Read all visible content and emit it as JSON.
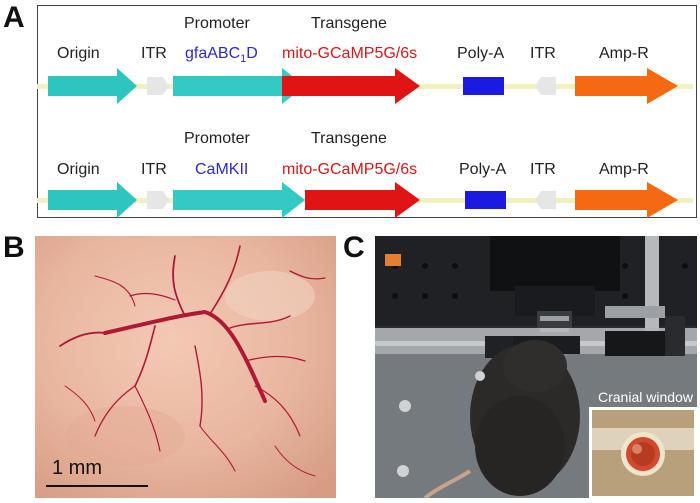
{
  "panel_letters": {
    "a": "A",
    "b": "B",
    "c": "C"
  },
  "construct1": {
    "header_promoter": "Promoter",
    "header_transgene": "Transgene",
    "origin": "Origin",
    "itr_left": "ITR",
    "promoter_main": "gfaABC",
    "promoter_sub": "1",
    "promoter_tail": "D",
    "transgene": "mito-GCaMP5G/6s",
    "polya": "Poly-A",
    "itr_right": "ITR",
    "ampr": "Amp-R"
  },
  "construct2": {
    "header_promoter": "Promoter",
    "header_transgene": "Transgene",
    "origin": "Origin",
    "itr_left": "ITR",
    "promoter": "CaMKII",
    "transgene": "mito-GCaMP5G/6s",
    "polya": "Poly-A",
    "itr_right": "ITR",
    "ampr": "Amp-R"
  },
  "scale_bar": {
    "label": "1 mm"
  },
  "inset": {
    "title": "Cranial window"
  },
  "colors": {
    "origin": "#2ec4c0",
    "promoter": "#35c9c6",
    "transgene": "#e01414",
    "polya": "#1a1ae0",
    "ampr": "#f56a10",
    "itr": "#e6e6e6",
    "backbone": "#f3f0c0"
  }
}
